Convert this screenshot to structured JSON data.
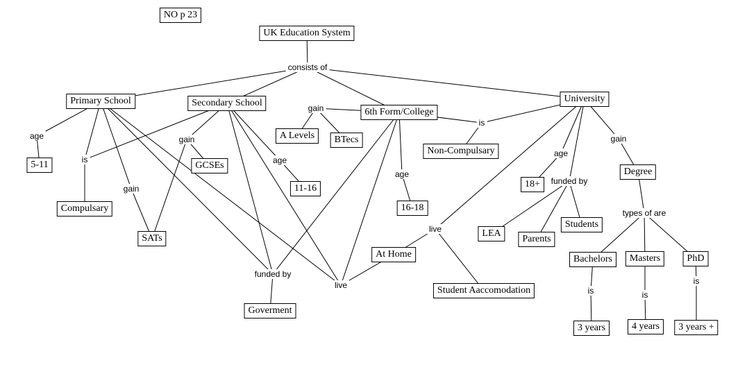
{
  "note": "NO  p 23",
  "concepts": {
    "uk": "UK Education System",
    "primary": "Primary School",
    "secondary": "Secondary School",
    "sixth": "6th Form/College",
    "university": "University",
    "alevels": "A Levels",
    "btecs": "BTecs",
    "noncomp": "Non-Compulsary",
    "age511": "5-11",
    "compulsary": "Compulsary",
    "sats": "SATs",
    "gcses": "GCSEs",
    "age1116": "11-16",
    "age1618": "16-18",
    "age18": "18+",
    "degree": "Degree",
    "lea": "LEA",
    "parents": "Parents",
    "students": "Students",
    "athome": "At Home",
    "studentacc": "Student Aaccomodation",
    "goverment": "Goverment",
    "bachelors": "Bachelors",
    "masters": "Masters",
    "phd": "PhD",
    "y3": "3 years",
    "y4": "4 years",
    "y3plus": "3 years +"
  },
  "links": {
    "consists": "consists of",
    "gain6": "gain",
    "isNC": "is",
    "agePri": "age",
    "isPri": "is",
    "gainPri": "gain",
    "gainSec": "gain",
    "ageSec": "age",
    "age6": "age",
    "ageUni": "age",
    "gainUni": "gain",
    "fundUni": "funded by",
    "typesof": "types of are",
    "liveUni": "live",
    "fundGov": "funded by",
    "liveMain": "live",
    "isBach": "is",
    "isMast": "is",
    "isPhd": "is"
  }
}
